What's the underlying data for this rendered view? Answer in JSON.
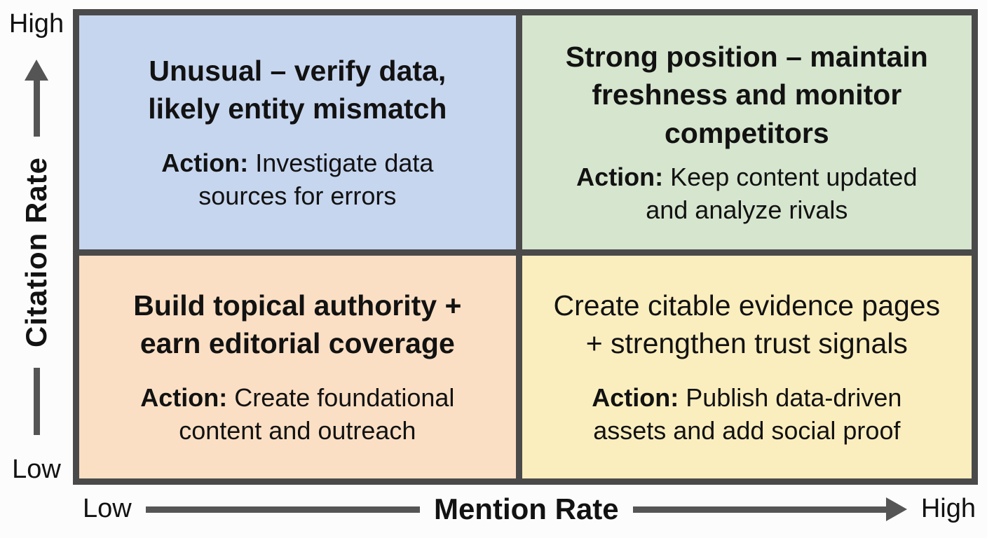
{
  "matrix": {
    "y_axis": {
      "label": "Citation Rate",
      "high": "High",
      "low": "Low"
    },
    "x_axis": {
      "label": "Mention Rate",
      "low": "Low",
      "high": "High"
    },
    "quadrants": [
      {
        "name": "top-left",
        "color": "#c7d6ef",
        "title": "Unusual – verify data,\nlikely entity mismatch",
        "action_label": "Action:",
        "action_text": "Investigate data\nsources for errors"
      },
      {
        "name": "top-right",
        "color": "#d6e5ce",
        "title": "Strong position – maintain\nfreshness and monitor\ncompetitors",
        "action_label": "Action:",
        "action_text": "Keep content updated\nand analyze rivals"
      },
      {
        "name": "bottom-left",
        "color": "#fbdfc4",
        "title": "Build topical authority +\nearn editorial coverage",
        "action_label": "Action:",
        "action_text": "Create foundational\ncontent and outreach"
      },
      {
        "name": "bottom-right",
        "color": "#fbeebe",
        "title": "Create citable evidence pages\n+ strengthen trust signals",
        "action_label": "Action:",
        "action_text": "Publish data-driven\nassets and add social proof"
      }
    ],
    "colors": {
      "border": "#4a4a4a",
      "arrow": "#555555"
    }
  }
}
